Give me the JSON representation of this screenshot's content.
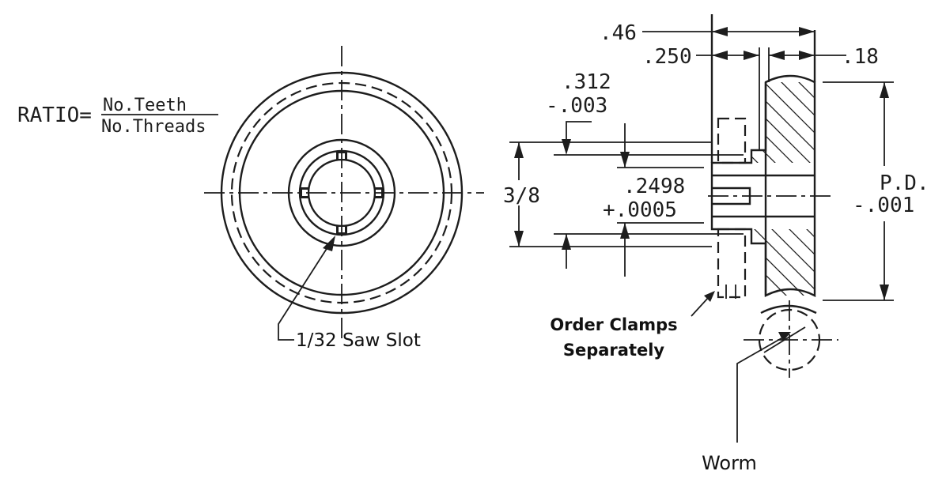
{
  "ratio": {
    "label": "RATIO=",
    "numerator": "No.Teeth",
    "denominator": "No.Threads"
  },
  "front_view": {
    "saw_slot_label": "1/32 Saw Slot"
  },
  "side_view": {
    "dim_overall": ".46",
    "dim_hub": ".250",
    "dim_face": ".18",
    "dim_hub_dia_top": ".312",
    "dim_hub_dia_bottom": "-.003",
    "dim_height": "3/8",
    "dim_bore_top": ".2498",
    "dim_bore_bottom": "+.0005",
    "dim_pd_top": "P.D.",
    "dim_pd_bottom": "-.001",
    "clamp_note_line1": "Order Clamps",
    "clamp_note_line2": "Separately",
    "worm_label": "Worm"
  },
  "colors": {
    "ink": "#1d1d1d",
    "paper": "#ffffff"
  }
}
